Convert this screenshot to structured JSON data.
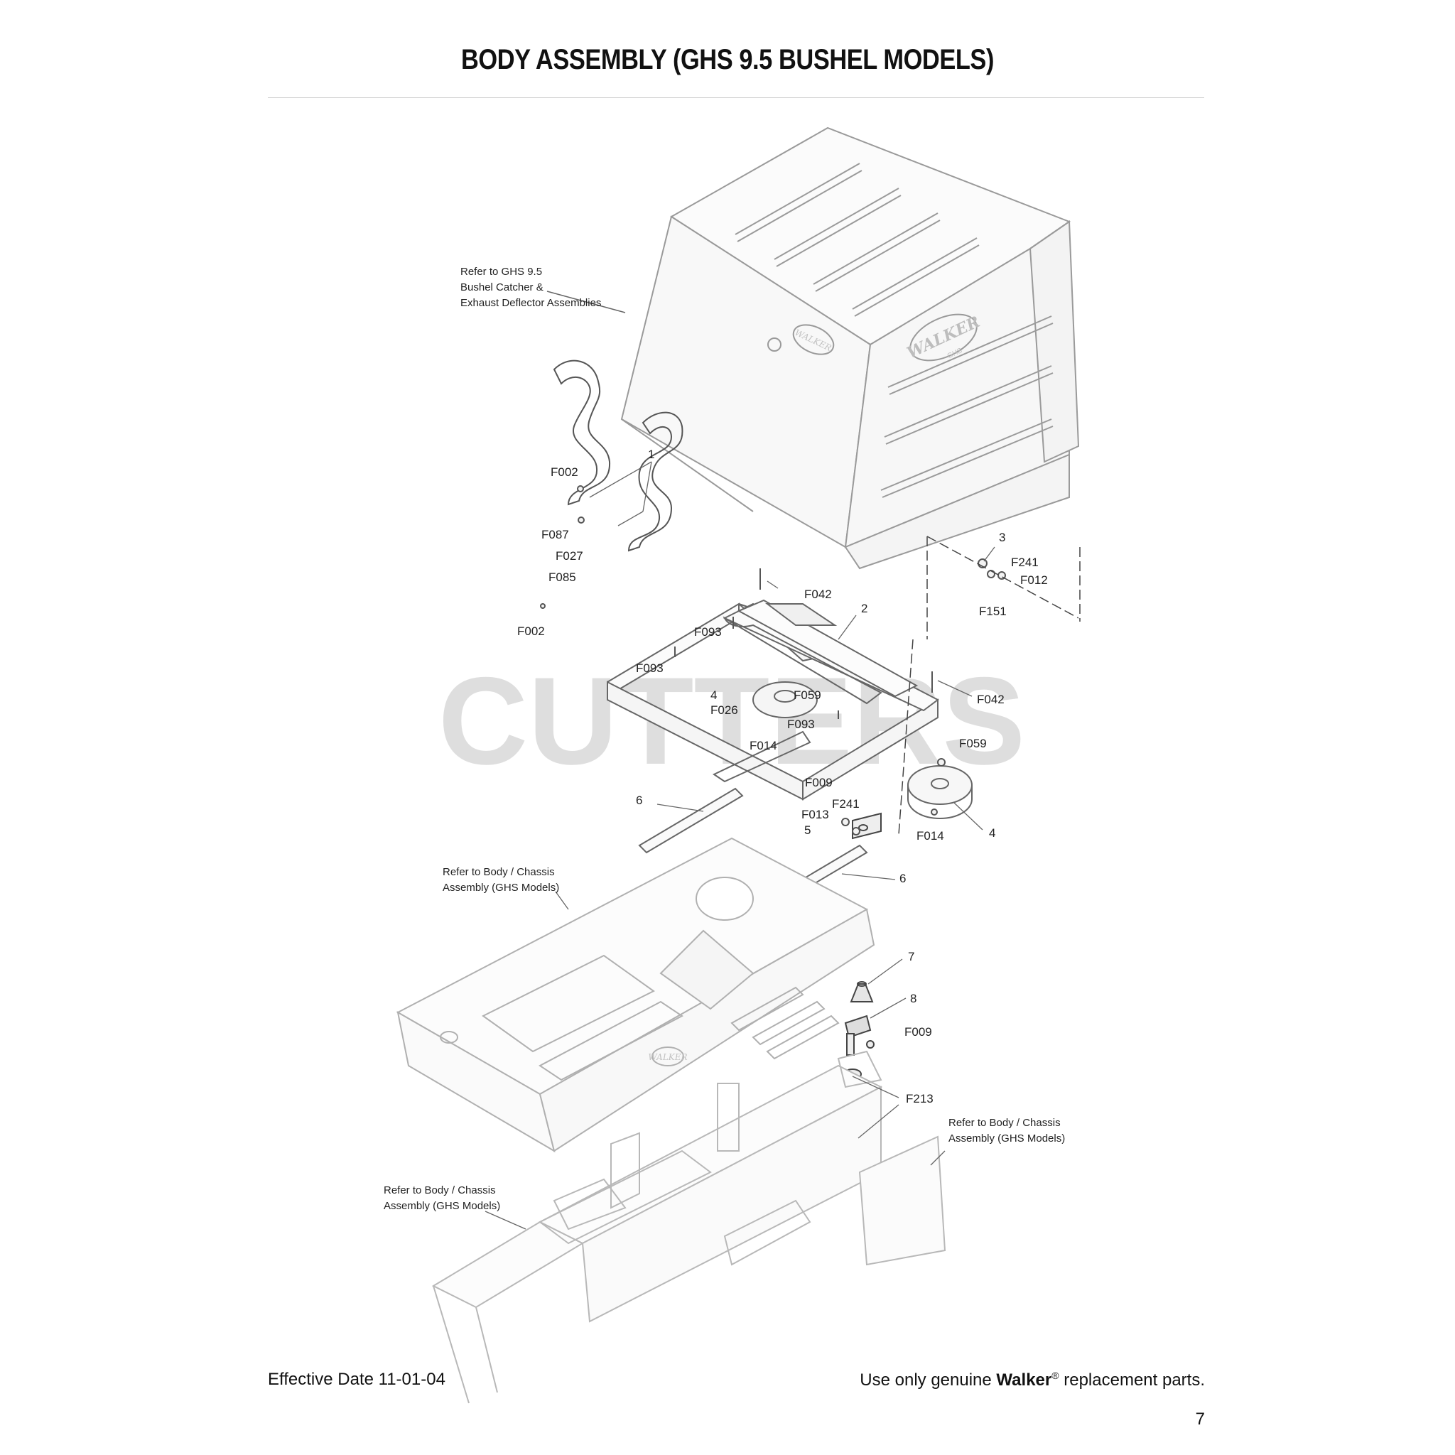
{
  "title": "BODY ASSEMBLY (GHS 9.5 BUSHEL MODELS)",
  "watermark": "CUTTERS",
  "reference_notes": {
    "catcher": [
      "Refer to GHS 9.5",
      "Bushel Catcher &",
      "Exhaust Deflector Assemblies"
    ],
    "body_chassis": [
      "Refer to Body / Chassis",
      "Assembly (GHS Models)"
    ]
  },
  "logos": {
    "catcher_side": "WALKER",
    "catcher_side_sub": "GHS",
    "catcher_front": "WALKER",
    "body": "WALKER"
  },
  "callouts": {
    "c1": "1",
    "c2": "2",
    "c3": "3",
    "c4a": "4",
    "c4b": "4",
    "c5": "5",
    "c6a": "6",
    "c6b": "6",
    "c7": "7",
    "c8": "8",
    "f002a": "F002",
    "f002b": "F002",
    "f087": "F087",
    "f027": "F027",
    "f085": "F085",
    "f042a": "F042",
    "f042b": "F042",
    "f241a": "F241",
    "f241b": "F241",
    "f012": "F012",
    "f151": "F151",
    "f093a": "F093",
    "f093b": "F093",
    "f093c": "F093",
    "f059a": "F059",
    "f059b": "F059",
    "f026": "F026",
    "f014a": "F014",
    "f014b": "F014",
    "f009a": "F009",
    "f009b": "F009",
    "f013": "F013",
    "f213": "F213"
  },
  "footer": {
    "effective_date": "Effective Date 11-01-04",
    "parts_prefix": "Use only genuine ",
    "parts_brand": "Walker",
    "parts_reg": "®",
    "parts_suffix": " replacement parts.",
    "page_number": "7"
  }
}
